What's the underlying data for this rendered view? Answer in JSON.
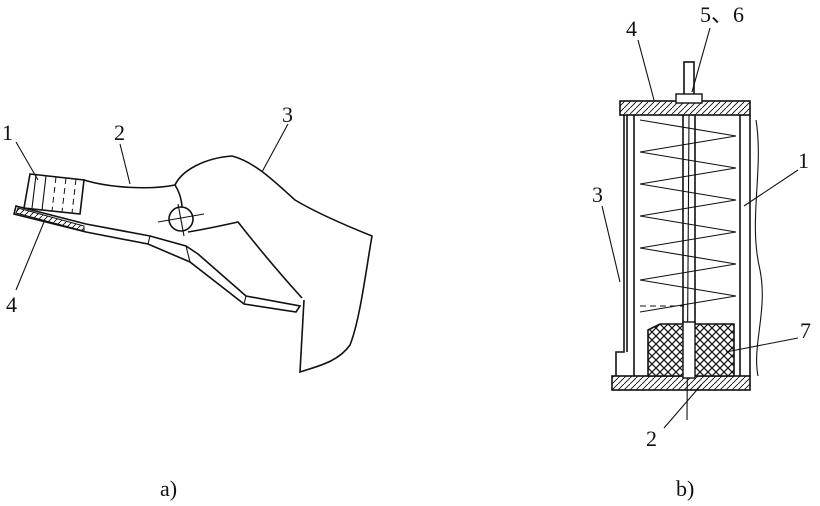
{
  "figure": {
    "panel_a": {
      "caption": "a)",
      "labels": {
        "l1": "1",
        "l2": "2",
        "l3": "3",
        "l4": "4"
      }
    },
    "panel_b": {
      "caption": "b)",
      "labels": {
        "l1": "1",
        "l2": "2",
        "l3": "3",
        "l4": "4",
        "l56": "5、6",
        "l7": "7"
      }
    }
  }
}
